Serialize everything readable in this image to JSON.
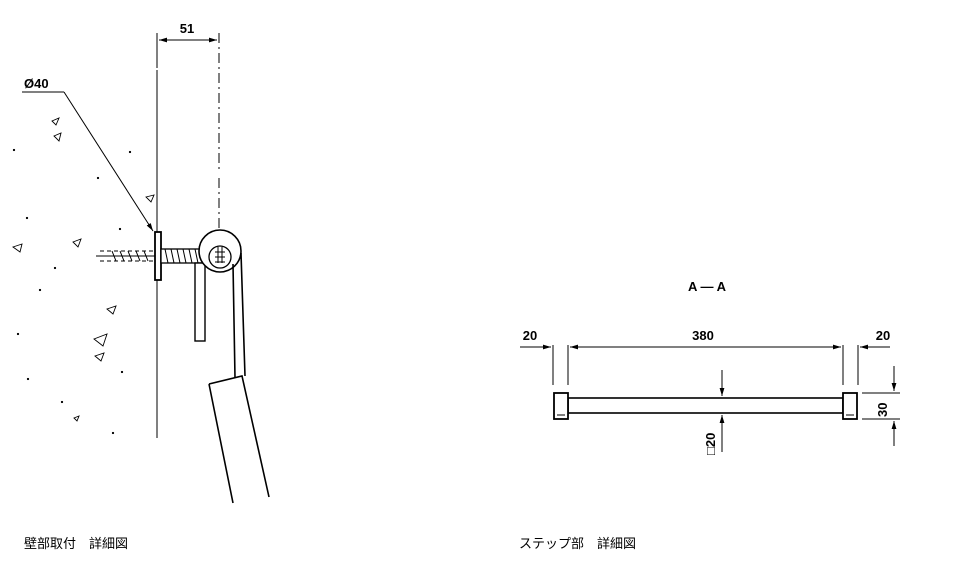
{
  "left_view": {
    "dimension_width": "51",
    "dimension_diameter": "Ø40",
    "caption": "壁部取付　詳細図"
  },
  "right_view": {
    "section_label": "A — A",
    "dimension_left": "20",
    "dimension_span": "380",
    "dimension_right": "20",
    "dimension_height": "30",
    "dimension_square": "□20",
    "caption": "ステップ部　詳細図"
  }
}
